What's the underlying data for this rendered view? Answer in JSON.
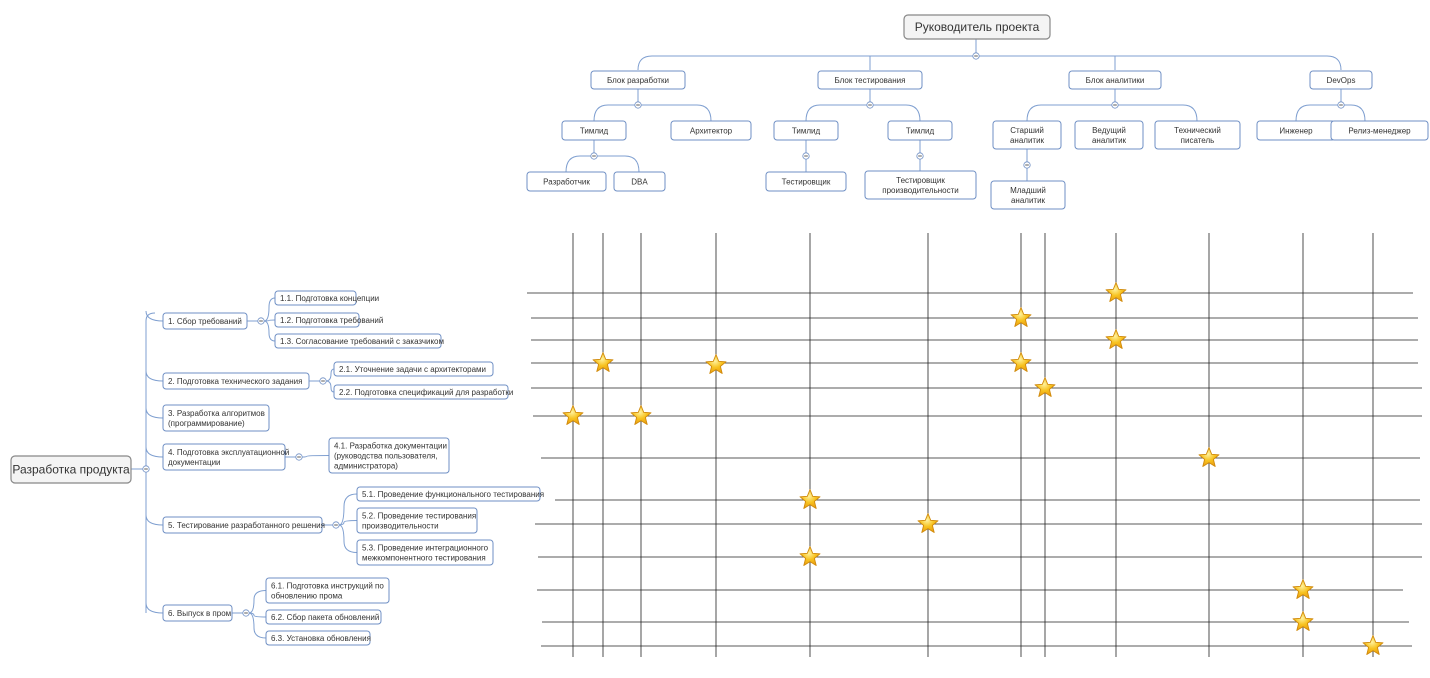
{
  "org": {
    "root": "Руководитель проекта",
    "blocks": [
      {
        "label": "Блок разработки"
      },
      {
        "label": "Блок тестирования"
      },
      {
        "label": "Блок аналитики"
      },
      {
        "label": "DevOps"
      }
    ],
    "roles": {
      "teamlead_dev": "Тимлид",
      "architect": "Архитектор",
      "developer": "Разработчик",
      "dba": "DBA",
      "teamlead_test1": "Тимлид",
      "teamlead_test2": "Тимлид",
      "tester": "Тестировщик",
      "perf_tester": [
        "Тестировщик",
        "производительности"
      ],
      "senior_analyst": [
        "Старший",
        "аналитик"
      ],
      "lead_analyst": [
        "Ведущий",
        "аналитик"
      ],
      "tech_writer": [
        "Технический",
        "писатель"
      ],
      "junior_analyst": [
        "Младший",
        "аналитик"
      ],
      "engineer": "Инженер",
      "release_manager": "Релиз-менеджер"
    }
  },
  "wbs": {
    "root": "Разработка продукта",
    "tasks": [
      {
        "label": [
          "1. Сбор требований"
        ],
        "sub": [
          [
            "1.1. Подготовка концепции"
          ],
          [
            "1.2. Подготовка требований"
          ],
          [
            "1.3. Согласование требований с заказчиком"
          ]
        ]
      },
      {
        "label": [
          "2. Подготовка технического задания"
        ],
        "sub": [
          [
            "2.1. Уточнение задачи с архитекторами"
          ],
          [
            "2.2. Подготовка спецификаций для разработки"
          ]
        ]
      },
      {
        "label": [
          "3. Разработка алгоритмов",
          "(программирование)"
        ],
        "sub": []
      },
      {
        "label": [
          "4. Подготовка эксплуатационной",
          "документации"
        ],
        "sub": [
          [
            "4.1. Разработка документации",
            "(руководства пользователя,",
            "администратора)"
          ]
        ]
      },
      {
        "label": [
          "5. Тестирование разработанного решения"
        ],
        "sub": [
          [
            "5.1. Проведение функционального тестирования"
          ],
          [
            "5.2. Проведение тестирования",
            "производительности"
          ],
          [
            "5.3. Проведение интеграционного",
            "межкомпонентного тестирования"
          ]
        ]
      },
      {
        "label": [
          "6. Выпуск в пром"
        ],
        "sub": [
          [
            "6.1. Подготовка инструкций по",
            "обновлению прома"
          ],
          [
            "6.2. Сбор пакета обновлений"
          ],
          [
            "6.3. Установка обновления"
          ]
        ]
      }
    ]
  },
  "icons": {
    "marker": "star-icon",
    "toggle": "collapse-icon"
  },
  "colors": {
    "star_fill": "#f7c21f",
    "star_stroke": "#d08a0c",
    "connector": "#7f9fd0"
  }
}
